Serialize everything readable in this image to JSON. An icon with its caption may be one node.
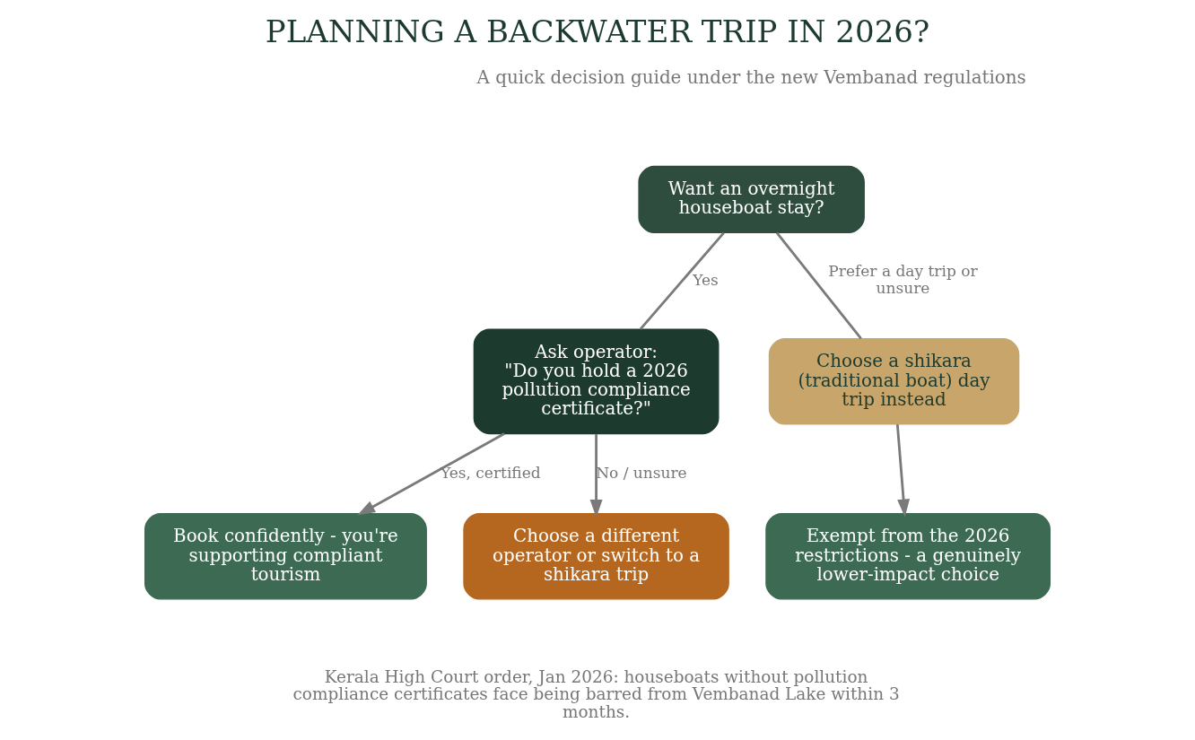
{
  "diagram": {
    "title": "PLANNING A BACKWATER TRIP IN 2026?",
    "caption": "Kerala High Court order, Jan 2026: houseboats without pollution compliance certificates face being barred from Vembanad Lake within 3 months.",
    "nodes": [
      {
        "text": [
          "Want an overnight houseboat stay?"
        ]
      },
      {
        "text": [
          "Ask operator:",
          "\"Do you hold a 2026 pollution compliance certificate?\""
        ]
      },
      {
        "text": [
          "Choose a shikara (traditional boat) day trip instead"
        ]
      },
      {
        "text": [
          "Book confidently - you're supporting compliant tourism"
        ]
      },
      {
        "text": [
          "Choose a different operator or switch to a shikara trip"
        ]
      },
      {
        "text": [
          "Exempt from the 2026 restrictions - a genuinely lower-impact choice"
        ]
      }
    ],
    "edges": [
      {
        "from": 0,
        "to": 1,
        "arrow": "none",
        "label": "Yes"
      },
      {
        "from": 0,
        "to": 2,
        "arrow": "none",
        "label": "Prefer a day trip or unsure"
      },
      {
        "from": 1,
        "to": 3,
        "arrow": "to",
        "label": "Yes, certified"
      },
      {
        "from": 1,
        "to": 4,
        "arrow": "to",
        "label": "No / unsure"
      },
      {
        "from": 2,
        "to": 5,
        "arrow": "to"
      }
    ],
    "labels": [
      "A quick decision guide under the new Vembanad regulations"
    ]
  }
}
